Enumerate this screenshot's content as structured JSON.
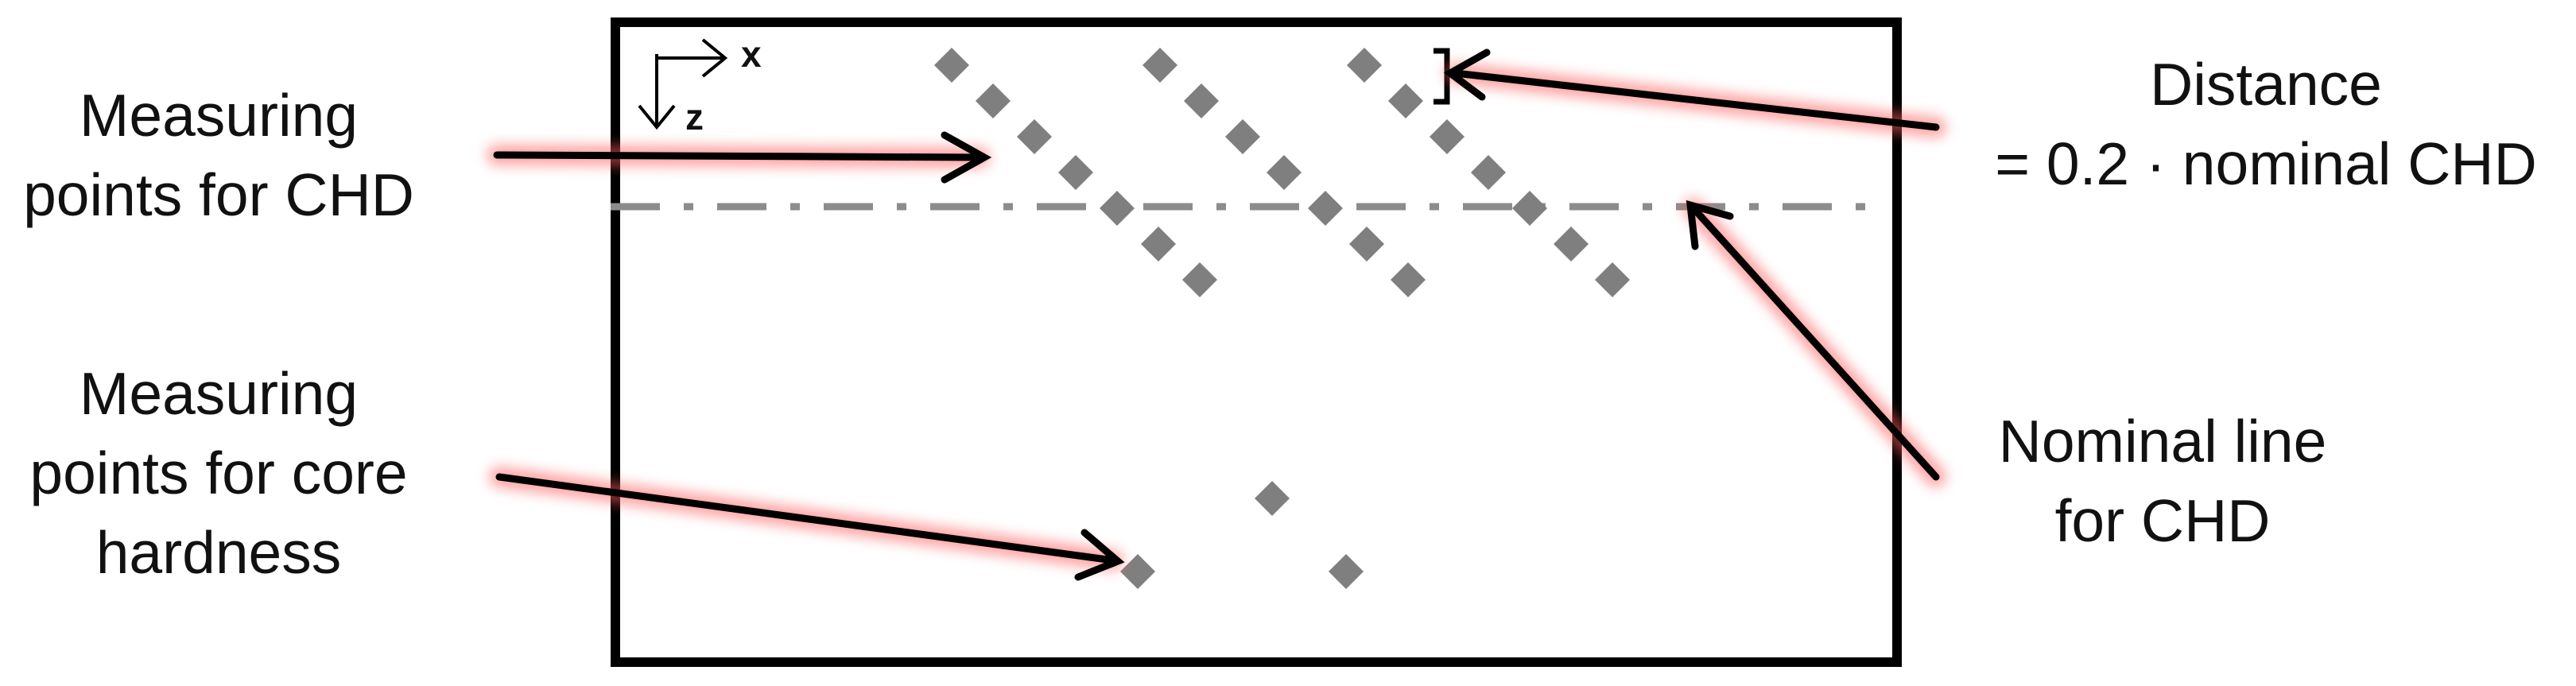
{
  "labels": {
    "chd_points": [
      "Measuring",
      "points for CHD"
    ],
    "core_points": [
      "Measuring",
      "points for core",
      "hardness"
    ],
    "distance": [
      "Distance",
      "= 0.2 · nominal CHD"
    ],
    "nominal_line": [
      "Nominal line",
      "for CHD"
    ]
  },
  "axes": {
    "x": "x",
    "z": "z"
  },
  "colors": {
    "outline": "#000000",
    "points": "#7f7f7f",
    "nominal_line": "#8c8c8c",
    "arrow_glow": "#ff5a5a"
  },
  "point_groups": {
    "chd_rows": 3,
    "points_per_row": 7,
    "core_points": 3
  }
}
